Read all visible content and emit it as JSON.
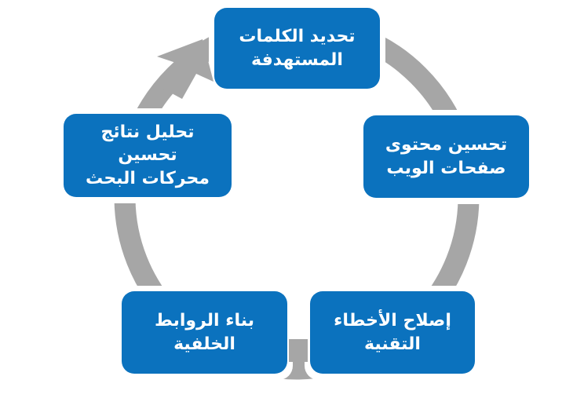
{
  "diagram": {
    "type": "cycle",
    "title": "",
    "direction": "counter-clockwise",
    "accent_color": "#0b72be",
    "ring_color": "#a6a6a6",
    "text_color": "#ffffff",
    "background_color": "#ffffff",
    "arrow_icon": "cycle-arrow-icon",
    "connector_icon": "connector-block-icon",
    "nodes": [
      {
        "id": "node-0",
        "position": "top",
        "label": "تحديد الكلمات\nالمستهدفة",
        "line1": "تحديد الكلمات",
        "line2": "المستهدفة"
      },
      {
        "id": "node-1",
        "position": "right",
        "label": "تحسين محتوى\nصفحات الويب",
        "line1": "تحسين محتوى",
        "line2": "صفحات الويب"
      },
      {
        "id": "node-2",
        "position": "bottom-right",
        "label": "إصلاح الأخطاء\nالتقنية",
        "line1": "إصلاح الأخطاء",
        "line2": "التقنية"
      },
      {
        "id": "node-3",
        "position": "bottom-left",
        "label": "بناء الروابط\nالخلفية",
        "line1": "بناء الروابط",
        "line2": "الخلفية"
      },
      {
        "id": "node-4",
        "position": "left",
        "label": "تحليل نتائج تحسين\nمحركات البحث",
        "line1": "تحليل نتائج تحسين",
        "line2": "محركات البحث"
      }
    ]
  }
}
